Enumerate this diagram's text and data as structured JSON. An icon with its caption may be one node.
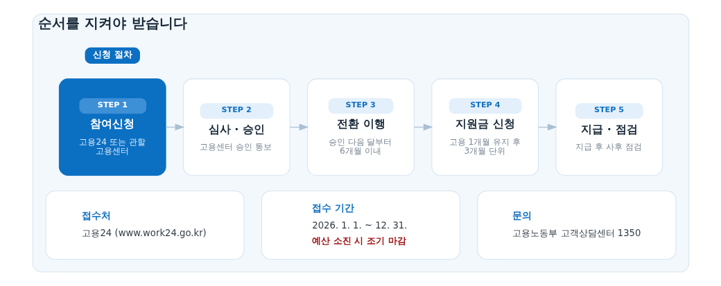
{
  "diagram": {
    "nodes": [
      {
        "text": [
          "순서를 지켜야 받습니다"
        ]
      },
      {
        "text": [
          "신청 절차"
        ],
        "in": 0
      },
      {
        "text": [
          "STEP 1",
          "참여신청",
          "고용24 또는 관할 고용센터"
        ],
        "in": 0
      },
      {
        "text": [
          "STEP 2",
          "심사 · 승인",
          "고용센터 승인 통보"
        ],
        "in": 0
      },
      {
        "text": [
          "STEP 3",
          "전환 이행",
          "승인 다음 달부터 6개월 이내"
        ],
        "in": 0
      },
      {
        "text": [
          "STEP 4",
          "지원금 신청",
          "고용 1개월 유지 후 3개월 단위"
        ],
        "in": 0
      },
      {
        "text": [
          "STEP 5",
          "지급 · 점검",
          "지급 후 사후 점검"
        ],
        "in": 0
      },
      {
        "text": [
          "접수처",
          "고용24 (www.work24.go.kr)"
        ],
        "in": 0
      },
      {
        "text": [
          "접수 기간",
          "2026. 1. 1. ~ 12. 31.",
          "예산 소진 시 조기 마감"
        ],
        "in": 0
      },
      {
        "text": [
          "문의",
          "고용노동부 고객상담센터 1350"
        ],
        "in": 0
      }
    ],
    "edges": [
      {
        "from": 2,
        "to": 3,
        "arrow": "to"
      },
      {
        "from": 3,
        "to": 4,
        "arrow": "to"
      },
      {
        "from": 4,
        "to": 5,
        "arrow": "to"
      },
      {
        "from": 5,
        "to": 6,
        "arrow": "to"
      }
    ]
  }
}
